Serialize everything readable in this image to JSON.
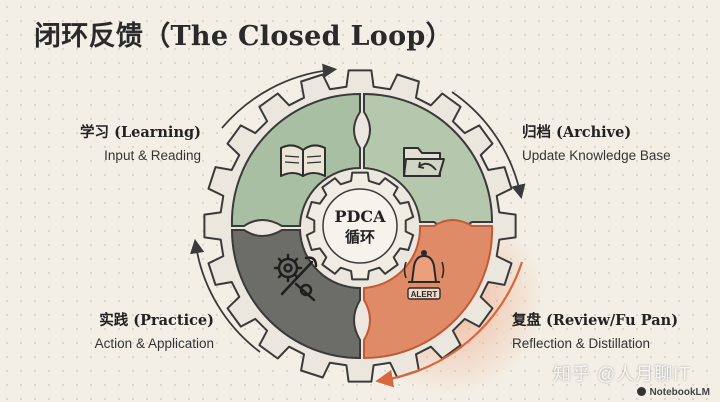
{
  "title": "闭环反馈（The Closed Loop）",
  "center": {
    "line1": "PDCA",
    "line2": "循环"
  },
  "stages": {
    "learning": {
      "title": "学习 (Learning)",
      "subtitle": "Input & Reading",
      "icon": "book-icon",
      "color": "#a9bfa3"
    },
    "archive": {
      "title": "归档 (Archive)",
      "subtitle": "Update Knowledge Base",
      "icon": "folder-icon",
      "color": "#b5c8ad"
    },
    "practice": {
      "title": "实践 (Practice)",
      "subtitle": "Action & Application",
      "icon": "gears-icon",
      "color": "#6d6d68"
    },
    "review": {
      "title": "复盘 (Review/Fu Pan)",
      "subtitle": "Reflection & Distillation",
      "icon": "alert-bell-icon",
      "color": "#df8b67"
    }
  },
  "alert_text": "ALERT",
  "watermark": "知乎 @人月聊IT",
  "brand": "NotebookLM",
  "colors": {
    "background": "#f3efe6",
    "gear": "#ebe7de",
    "outline": "#3a3a3a",
    "accent": "#d9663d"
  }
}
